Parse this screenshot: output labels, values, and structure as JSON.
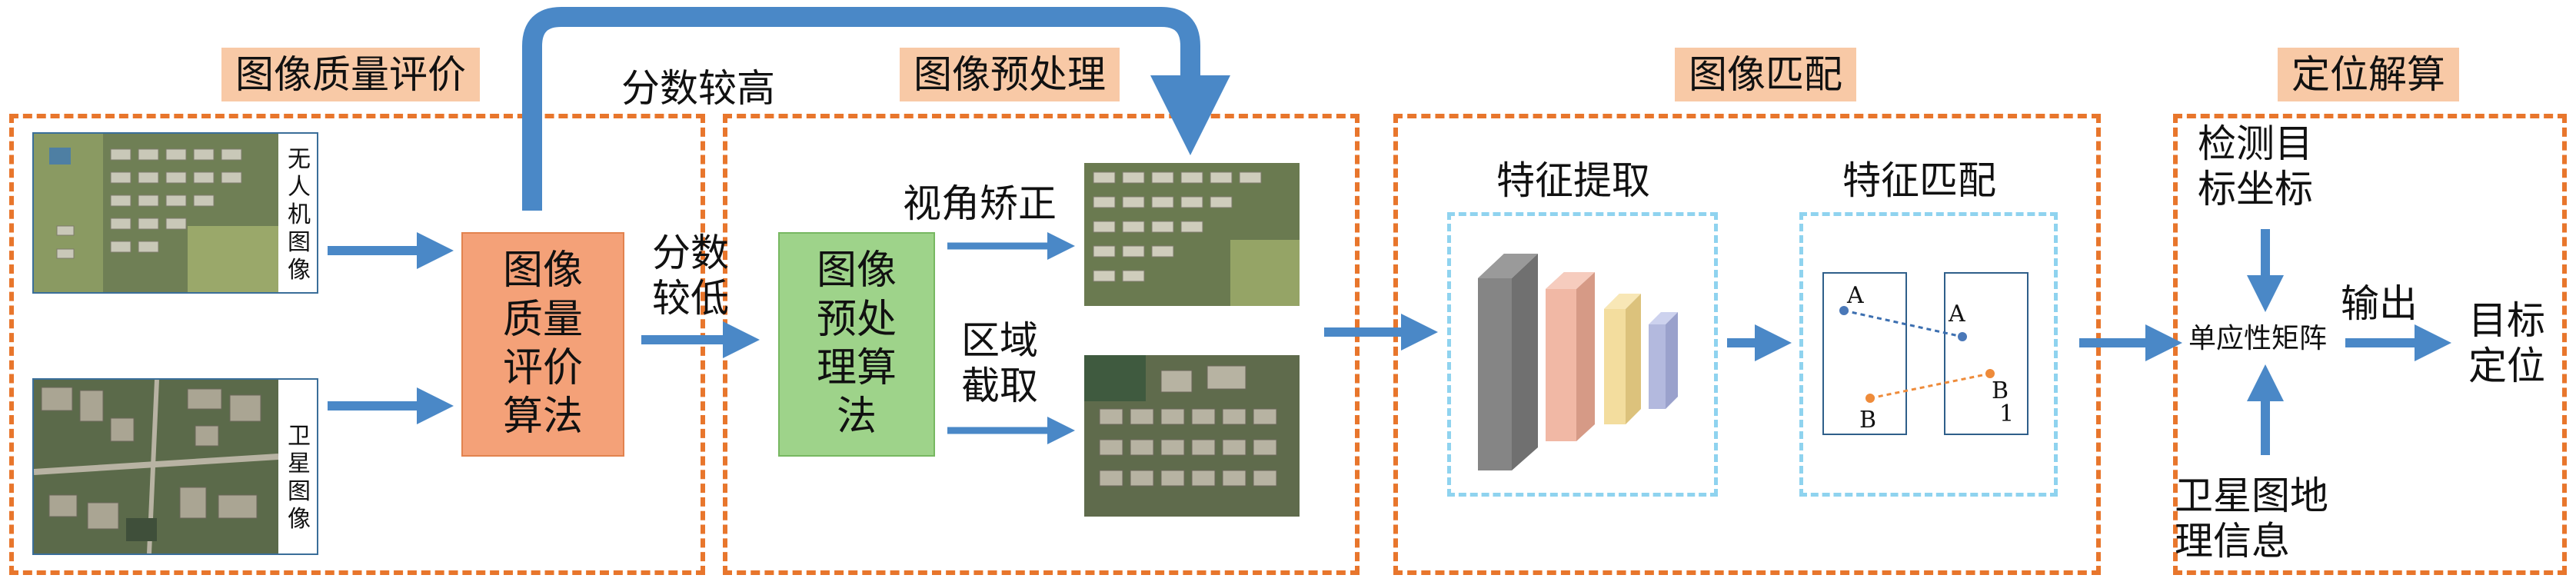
{
  "stages": {
    "quality": "图像质量评价",
    "preprocess": "图像预处理",
    "matching": "图像匹配",
    "positioning": "定位解算"
  },
  "inputs": {
    "uav_label": "无人机图像",
    "sat_label": "卫星图像"
  },
  "quality_box": {
    "label": "图像质量评价算法"
  },
  "arrow_labels": {
    "high_score": "分数较高",
    "low_score": "分数较低",
    "output": "输出"
  },
  "preprocess_box": {
    "label": "图像预处理算法"
  },
  "preprocess_steps": {
    "view_correction": "视角矫正",
    "region_crop": "区域截取"
  },
  "matching": {
    "feature_extraction": "特征提取",
    "feature_matching": "特征匹配",
    "point_labels": [
      "A",
      "A",
      "B",
      "B",
      "1"
    ]
  },
  "positioning": {
    "detect_coord": "检测目标坐标",
    "homography": "单应性矩阵",
    "sat_geo_info": "卫星图地理信息",
    "target_location": "目标定位"
  },
  "colors": {
    "dashed_border": "#e8762c",
    "stage_label_bg": "#f8c9a6",
    "arrow": "#4a88c7",
    "quality_box": "#f4a178",
    "preprocess_box": "#9ed38a",
    "cyan_dashed": "#8fd3ef",
    "match_line_ab": "#3c6fb0",
    "match_line_b": "#ee8b3a"
  },
  "icons": [
    "uav-aerial-image",
    "satellite-image",
    "corrected-image",
    "cropped-image",
    "cnn-feature-layers"
  ]
}
